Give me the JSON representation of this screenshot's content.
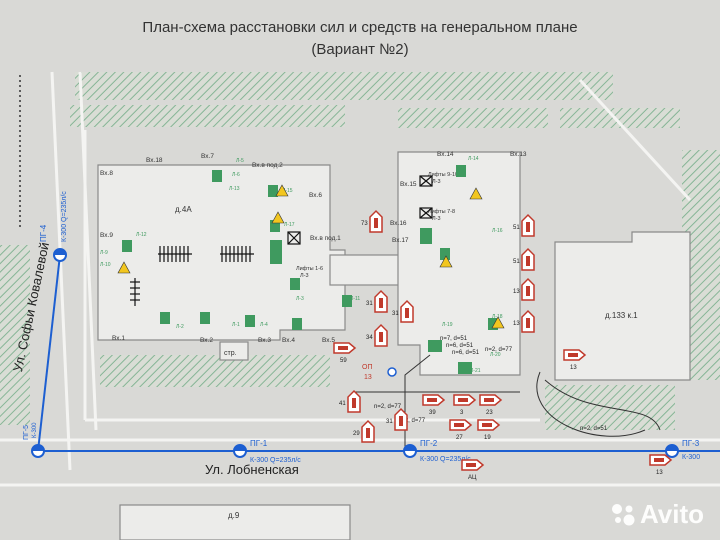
{
  "title": {
    "line1": "План-схема расстановки сил и средств на генеральном плане",
    "line2": "(Вариант №2)"
  },
  "streets": {
    "lobnenskaya": "Ул. Лобненская",
    "kovalevoy": "Ул. Софьи Ковалевой"
  },
  "buildings": {
    "main": "д.4А",
    "right": "д.133 к.1",
    "bottom": "д.9",
    "shed": "стр."
  },
  "entrances": {
    "main": [
      "Вх.18",
      "Вх.7",
      "Вх.8",
      "Вх.6",
      "Вх.9",
      "Вх.1",
      "Вх.2",
      "Вх.3",
      "Вх.4",
      "Вх.5"
    ],
    "main_podyezd": [
      "Вх.в под.2",
      "Вх.в под.1"
    ],
    "east": [
      "Вх.14",
      "Вх.13",
      "Вх.15",
      "Вх.16",
      "Вх.17"
    ]
  },
  "lifts": {
    "lift_main": "Лифты 1-6",
    "lift_main_sub": "Л-3",
    "lift_east_top": "Лифты 9-10",
    "lift_east_top_sub": "Л-3",
    "lift_east_mid": "Лифты 7-8",
    "lift_east_mid_sub": "Л-3"
  },
  "stairs": [
    "Л-5",
    "Л-6",
    "Л-15",
    "Л-13",
    "Л-12",
    "Л-17",
    "Л-9",
    "Л-10",
    "Л-2",
    "Л-1",
    "Л-4",
    "Л-3",
    "Л-14",
    "Л-16",
    "Л-19",
    "Л-18",
    "Л-11",
    "Л-20",
    "Л-21"
  ],
  "hydrants": [
    {
      "id": "ПГ-4",
      "spec": "К-300 Q=235л/с"
    },
    {
      "id": "ПГ-1",
      "spec": "К-300 Q=235л/с"
    },
    {
      "id": "ПГ-2",
      "spec": "К-300 Q=235л/с"
    },
    {
      "id": "ПГ-3",
      "spec": "К-300"
    },
    {
      "id": "ПГ-5",
      "spec": "К-300"
    },
    {
      "id": "ОП",
      "spec": "13"
    }
  ],
  "hose_notes": {
    "n1": "n=7, d=51",
    "n2": "n=6, d=51",
    "n3": "n=6, d=51",
    "n4": "n=2, d=77",
    "n5": "n=2, d=77",
    "n6": "n=2, d=77",
    "n7": "n=2, d=51"
  },
  "fire_trucks": [
    {
      "label": "73"
    },
    {
      "label": "31"
    },
    {
      "label": "31"
    },
    {
      "label": "34"
    },
    {
      "label": "59"
    },
    {
      "label": "41"
    },
    {
      "label": "39"
    },
    {
      "label": "3"
    },
    {
      "label": "23"
    },
    {
      "label": "29"
    },
    {
      "label": "31"
    },
    {
      "label": "27"
    },
    {
      "label": "19"
    },
    {
      "label": "51"
    },
    {
      "label": "51"
    },
    {
      "label": "13"
    },
    {
      "label": "13"
    },
    {
      "label": "13"
    },
    {
      "label": "АЦ"
    },
    {
      "label": "13"
    }
  ],
  "colors": {
    "background": "#d9d9d6",
    "building_fill": "#ececea",
    "building_stroke": "#8a8a8a",
    "hatch": "#86b596",
    "fire_red": "#c0392b",
    "hydrant_blue": "#1d5fd1",
    "equipment_green": "#3f9a5f"
  }
}
